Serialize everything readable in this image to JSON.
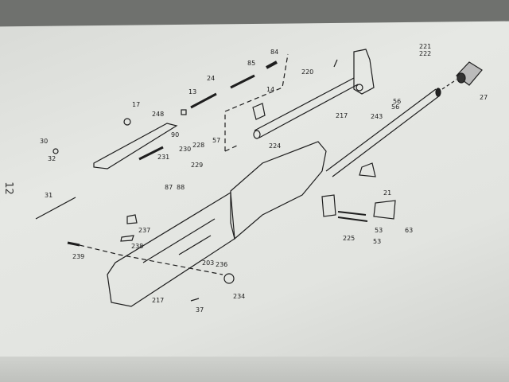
{
  "page_number": "12",
  "parts": {
    "p84": "84",
    "p85": "85",
    "p24": "24",
    "p13": "13",
    "p14": "14",
    "p17": "17",
    "p248": "248",
    "p57": "57",
    "p90": "90",
    "p228": "228",
    "p230": "230",
    "p231": "231",
    "p229": "229",
    "p87": "87",
    "p88": "88",
    "p30": "30",
    "p32": "32",
    "p31": "31",
    "p220": "220",
    "p221": "221",
    "p222": "222",
    "p56a": "56",
    "p56b": "56",
    "p243": "243",
    "p27": "27",
    "p217a": "217",
    "p224": "224",
    "p21": "21",
    "p225": "225",
    "p53a": "53",
    "p53b": "53",
    "p63": "63",
    "p237": "237",
    "p238": "238",
    "p239": "239",
    "p203": "203",
    "p236": "236",
    "p217b": "217",
    "p234": "234",
    "p37": "37"
  }
}
